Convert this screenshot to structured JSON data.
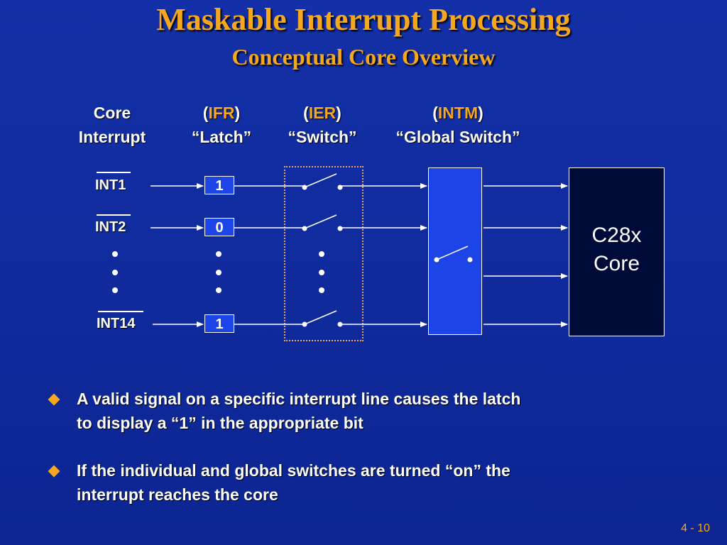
{
  "title": "Maskable Interrupt Processing",
  "subtitle": "Conceptual Core Overview",
  "headers": {
    "core_interrupt_line1": "Core",
    "core_interrupt_line2": "Interrupt",
    "ifr_open": "(",
    "ifr_name": "IFR",
    "ifr_close": ")",
    "ifr_desc": "“Latch”",
    "ier_open": "(",
    "ier_name": "IER",
    "ier_close": ")",
    "ier_desc": "“Switch”",
    "intm_open": "(",
    "intm_name": "INTM",
    "intm_close": ")",
    "intm_desc": "“Global Switch”"
  },
  "interrupts": [
    {
      "label": "INT1",
      "bit": "1"
    },
    {
      "label": "INT2",
      "bit": "0"
    },
    {
      "label": "INT14",
      "bit": "1"
    }
  ],
  "core_label_line1": "C28x",
  "core_label_line2": "Core",
  "bullets": [
    {
      "line1": "A valid signal on a specific interrupt line causes the latch",
      "line2": "to display a “1” in the appropriate bit"
    },
    {
      "line1": "If the individual and global switches are turned “on” the",
      "line2": "interrupt reaches the core"
    }
  ],
  "page_number": "4 - 10",
  "colors": {
    "background": "#0f2a9c",
    "accent": "#f5a81e",
    "box_fill": "#1d44e6",
    "core_fill": "#000a38"
  }
}
